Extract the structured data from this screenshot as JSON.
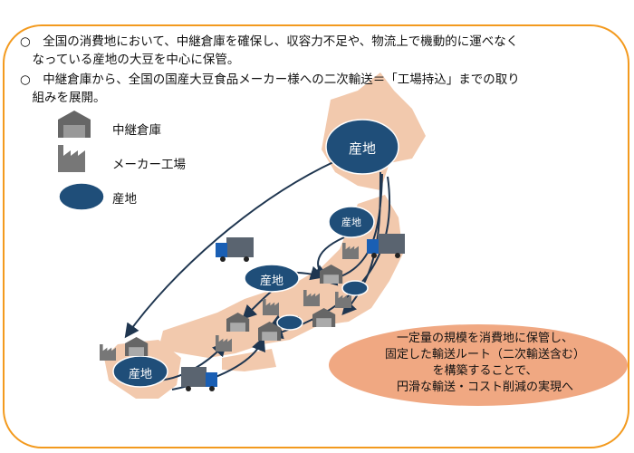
{
  "bullets": [
    {
      "mark": "○",
      "line1": "全国の消費地において、中継倉庫を確保し、収容力不足や、物流上で機動的に運べなく",
      "line2": "なっている産地の大豆を中心に保管。"
    },
    {
      "mark": "○",
      "line1": "中継倉庫から、全国の国産大豆食品メーカー様への二次輸送＝「工場持込」までの取り",
      "line2": "組みを展開。"
    }
  ],
  "legend": [
    {
      "icon": "warehouse-icon",
      "label": "中継倉庫"
    },
    {
      "icon": "factory-icon",
      "label": "メーカー工場"
    },
    {
      "icon": "production-area-icon",
      "label": "産地"
    }
  ],
  "map_labels": {
    "hokkaido": "産地",
    "tohoku": "産地",
    "chubu": "産地",
    "kyushu": "産地"
  },
  "note": [
    "一定量の規模を消費地に保管し、",
    "固定した輸送ルート（二次輸送含む）",
    "を構築することで、",
    "円滑な輸送・コスト削減の実現へ"
  ],
  "colors": {
    "border": "#f39a1e",
    "map": "#f2c9ad",
    "region": "#1f4e79",
    "note_fill": "#f0a882",
    "truck": "#1a5fb4"
  }
}
